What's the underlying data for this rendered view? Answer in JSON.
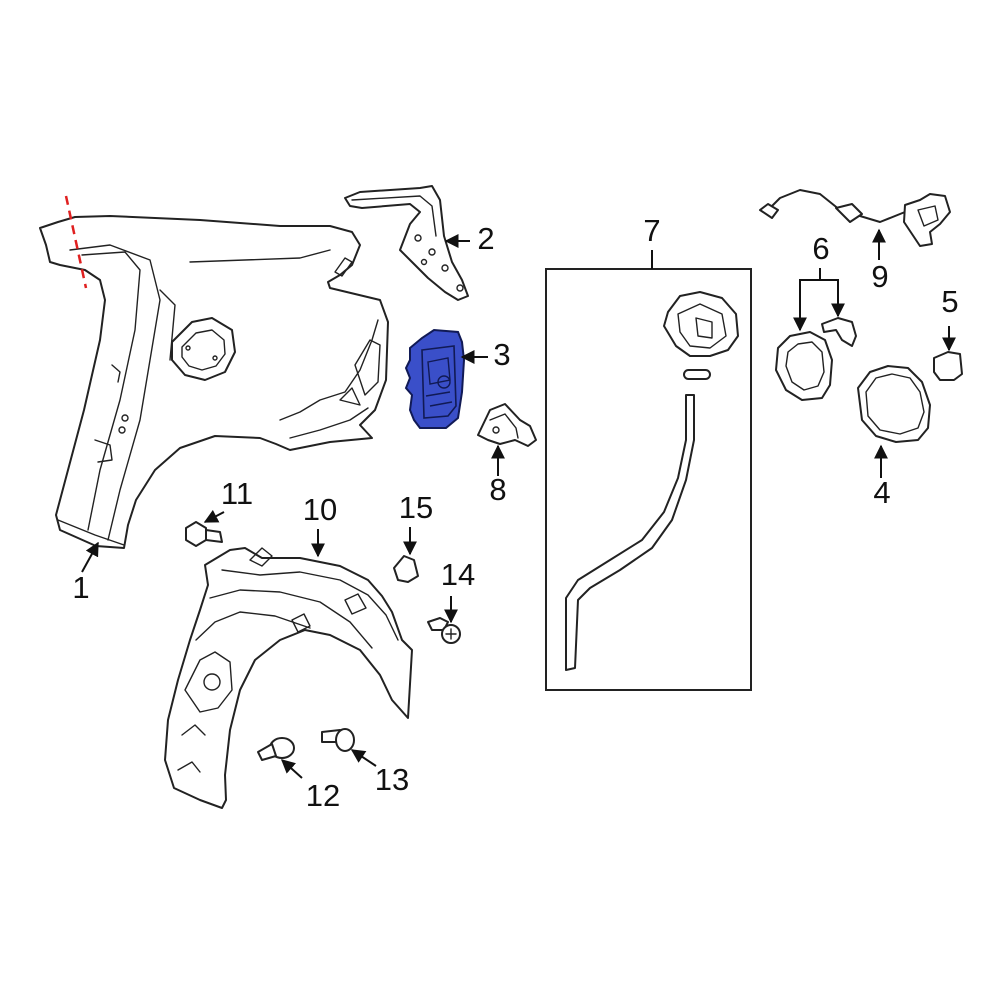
{
  "highlight_color": "#3a4fc9",
  "cut_line_color": "#e02020",
  "callouts": {
    "c1": "1",
    "c2": "2",
    "c3": "3",
    "c4": "4",
    "c5": "5",
    "c6": "6",
    "c7": "7",
    "c8": "8",
    "c9": "9",
    "c10": "10",
    "c11": "11",
    "c12": "12",
    "c13": "13",
    "c14": "14",
    "c15": "15"
  }
}
